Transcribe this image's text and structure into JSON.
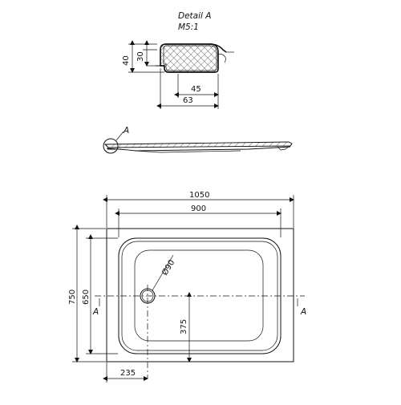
{
  "detail": {
    "title": "Detail A",
    "scale": "M5:1",
    "dim_40": "40",
    "dim_30": "30",
    "dim_45": "45",
    "dim_63": "63"
  },
  "section": {
    "marker": "A"
  },
  "plan": {
    "dim_width_outer": "1050",
    "dim_width_inner": "900",
    "dim_length_outer": "750",
    "dim_length_inner": "650",
    "dim_drain_diameter": "Ø90",
    "dim_drain_y": "375",
    "dim_drain_x": "235",
    "section_left": "A",
    "section_right": "A"
  }
}
